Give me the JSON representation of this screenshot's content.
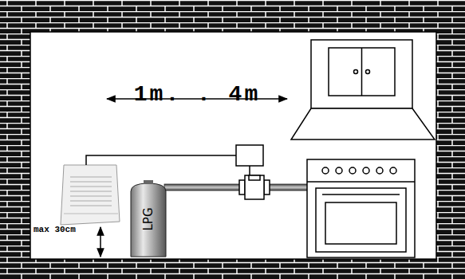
{
  "diagram": {
    "nodes": [
      {
        "text": [
          "LPG"
        ]
      }
    ],
    "labels": [
      "1m. . 4m",
      "max 30cm"
    ]
  }
}
